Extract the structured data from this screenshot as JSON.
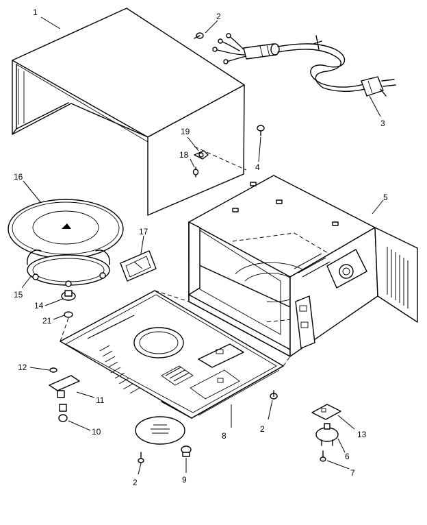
{
  "diagram": {
    "callouts": [
      {
        "id": "1",
        "label": "1"
      },
      {
        "id": "2a",
        "label": "2"
      },
      {
        "id": "3",
        "label": "3"
      },
      {
        "id": "4",
        "label": "4"
      },
      {
        "id": "5",
        "label": "5"
      },
      {
        "id": "19",
        "label": "19"
      },
      {
        "id": "18",
        "label": "18"
      },
      {
        "id": "16",
        "label": "16"
      },
      {
        "id": "17",
        "label": "17"
      },
      {
        "id": "15",
        "label": "15"
      },
      {
        "id": "14",
        "label": "14"
      },
      {
        "id": "21",
        "label": "21"
      },
      {
        "id": "12",
        "label": "12"
      },
      {
        "id": "11",
        "label": "11"
      },
      {
        "id": "10",
        "label": "10"
      },
      {
        "id": "8",
        "label": "8"
      },
      {
        "id": "2b",
        "label": "2"
      },
      {
        "id": "13",
        "label": "13"
      },
      {
        "id": "6",
        "label": "6"
      },
      {
        "id": "7",
        "label": "7"
      },
      {
        "id": "2c",
        "label": "2"
      },
      {
        "id": "9",
        "label": "9"
      }
    ]
  }
}
